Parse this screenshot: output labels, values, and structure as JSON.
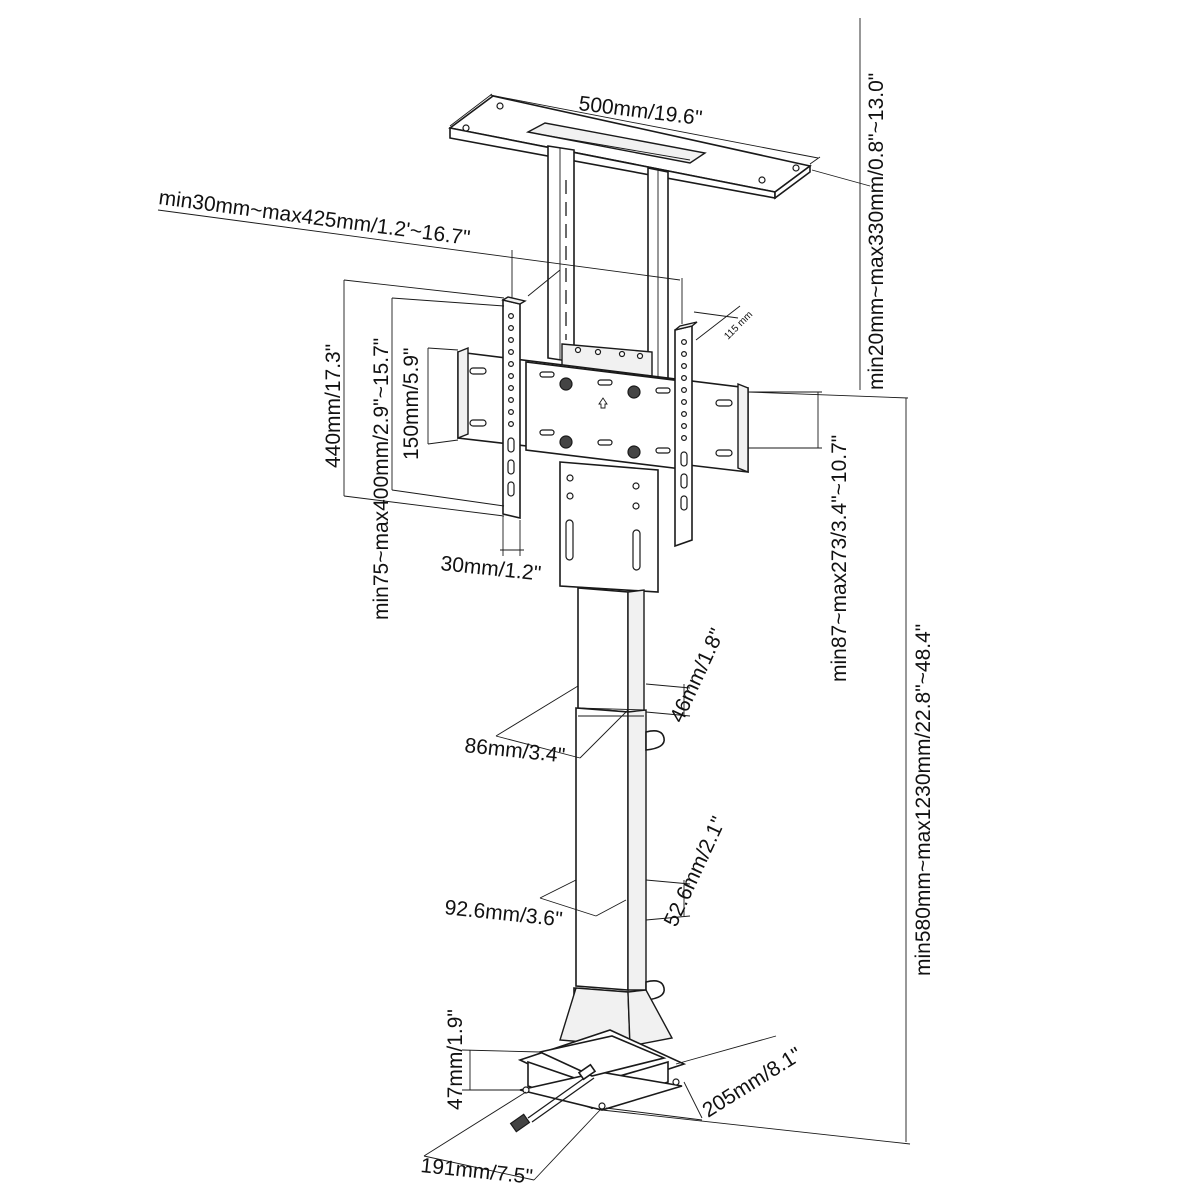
{
  "dimensions": {
    "top_width": "500mm/19.6\"",
    "ceiling_gap": "min20mm~max330mm/0.8\"~13.0\"",
    "depth_range": "min30mm~max425mm/1.2'~16.7\"",
    "bracket_spacing": "115 mm",
    "bracket_height": "440mm/17.3\"",
    "vesa_vertical": "min75~max400mm/2.9\"~15.7\"",
    "vesa_inner": "150mm/5.9\"",
    "vesa_horizontal": "min87~max273/3.4\"~10.7\"",
    "arm_width": "30mm/1.2\"",
    "upper_tube_width": "46mm/1.8\"",
    "upper_tube_depth": "86mm/3.4\"",
    "lower_tube_width": "52.6mm/2.1\"",
    "lower_tube_depth": "92.6mm/3.6\"",
    "total_height": "min580mm~max1230mm/22.8\"~48.4\"",
    "base_height": "47mm/1.9\"",
    "base_depth": "205mm/8.1\"",
    "base_width": "191mm/7.5\""
  },
  "colors": {
    "line": "#1a1a1a",
    "background": "#ffffff"
  }
}
